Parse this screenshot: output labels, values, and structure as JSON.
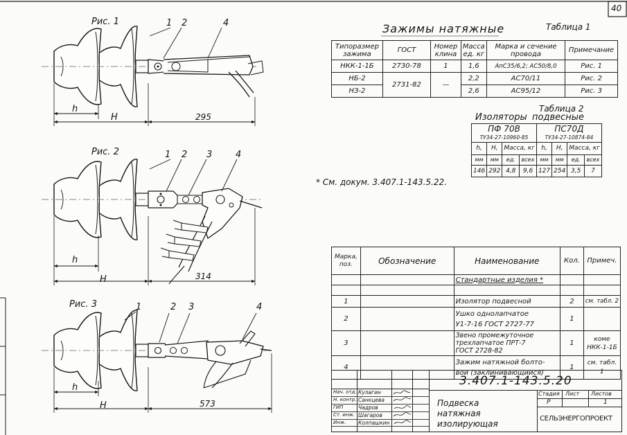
{
  "sheet_number": "40",
  "fig_labels": [
    "Рис. 1",
    "Рис. 2",
    "Рис. 3"
  ],
  "fig1": {
    "callouts": [
      "1",
      "2",
      "4"
    ],
    "dim_h": "h",
    "dim_H": "H",
    "dim_len": "295"
  },
  "fig2": {
    "callouts": [
      "1",
      "2",
      "3",
      "4"
    ],
    "dim_h": "h",
    "dim_H": "H",
    "dim_len": "314"
  },
  "fig3": {
    "callouts": [
      "1",
      "2",
      "3",
      "4"
    ],
    "dim_h": "h",
    "dim_H": "H",
    "dim_len": "573"
  },
  "table1": {
    "title": "Зажимы натяжные",
    "label": "Таблица 1",
    "headers": [
      "Типоразмер зажима",
      "ГОСТ",
      "Номер клина",
      "Масса ед. кг",
      "Марка и сечение провода",
      "Примечание"
    ],
    "rows": [
      [
        "НКК-1-1Б",
        "2730-78",
        "1",
        "1,6",
        "АпС35/6,2; АС50/8,0",
        "Рис. 1"
      ],
      [
        "НБ-2",
        "2731-82",
        "—",
        "2,2",
        "АС70/11",
        "Рис. 2"
      ],
      [
        "НЗ-2",
        "",
        "",
        "2,6",
        "АС95/12",
        "Рис. 3"
      ]
    ]
  },
  "table2": {
    "label": "Таблица 2",
    "title_a": "Изоляторы",
    "title_b": "подвесные",
    "group1": "ПФ 70В",
    "group1_spec": "ТУ34-27-10960-85",
    "group2": "ПС70Д",
    "group2_spec": "ТУ34-27-10874-84",
    "sub_headers": [
      "h,",
      "H,",
      "Масса, кг",
      "h,",
      "H,",
      "Масса, кг"
    ],
    "units": [
      "мм",
      "мм",
      "ед.",
      "всех",
      "мм",
      "мм",
      "ед.",
      "всех"
    ],
    "values": [
      "146",
      "292",
      "4,8",
      "9,6",
      "127",
      "254",
      "3,5",
      "7"
    ]
  },
  "footnote": "* См. докум. 3.407.1-143.5.22.",
  "spec": {
    "headers": [
      "Марка, поз.",
      "Обозначение",
      "Наименование",
      "Кол.",
      "Примеч."
    ],
    "rows": [
      {
        "pos": "",
        "name": "Стандартные изделия *",
        "qty": "",
        "note": ""
      },
      {
        "pos": "1",
        "name": "Изолятор подвесной",
        "qty": "2",
        "note": "см. табл. 2"
      },
      {
        "pos": "2",
        "name": "Ушко однолапчатое",
        "name2": "У1-7-16 ГОСТ 2727-77",
        "qty": "1",
        "note": ""
      },
      {
        "pos": "3",
        "name": "Звено промежуточное",
        "name2": "трехлапчатое ПРТ-7",
        "name3": "ГОСТ 2728-82",
        "qty": "1",
        "note": "коме",
        "note2": "НКК-1-1Б"
      },
      {
        "pos": "4",
        "name": "Зажим натяжной болто-",
        "name2": "вой (заклинивающийся)",
        "qty": "1",
        "note": "см. табл.",
        "note2": "1"
      }
    ]
  },
  "stamp": {
    "doc_code": "3.407.1-143.5.20",
    "title_lines": [
      "Подвеска",
      "натяжная",
      "изолирующая"
    ],
    "stage_headers": [
      "Стадия",
      "Лист",
      "Листов"
    ],
    "stage_values": [
      "Р",
      "",
      "1"
    ],
    "org": "СЕЛЬЭНЕРГОПРОЕКТ",
    "roles": [
      "Нач. отд.",
      "Н. контр.",
      "ГИП",
      "Ст. инж.",
      "Инж."
    ],
    "names": [
      "Кулагин",
      "Санкцева",
      "Чадров",
      "Шагаров",
      "Колпашкин"
    ]
  }
}
